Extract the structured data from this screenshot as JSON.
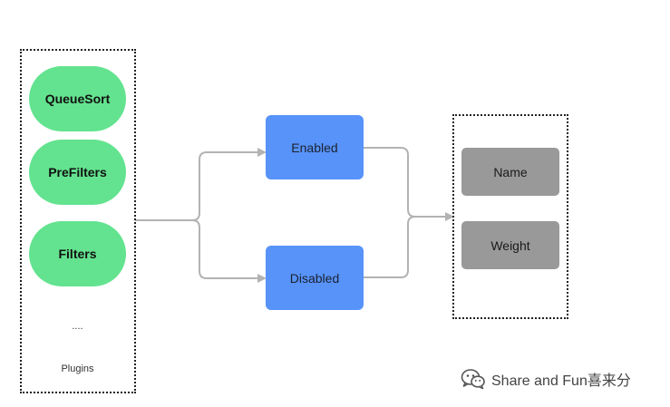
{
  "plugins": {
    "items": [
      "QueueSort",
      "PreFilters",
      "Filters"
    ],
    "ellipsis": "....",
    "caption": "Plugins"
  },
  "states": {
    "enabled": "Enabled",
    "disabled": "Disabled"
  },
  "config": {
    "fields": [
      "Name",
      "Weight"
    ]
  },
  "watermark": {
    "text": "Share and Fun喜来分",
    "icon": "wechat-icon"
  },
  "colors": {
    "plugin_fill": "#63e38f",
    "state_fill": "#5793f9",
    "field_fill": "#999999",
    "connector": "#b3b3b3"
  }
}
